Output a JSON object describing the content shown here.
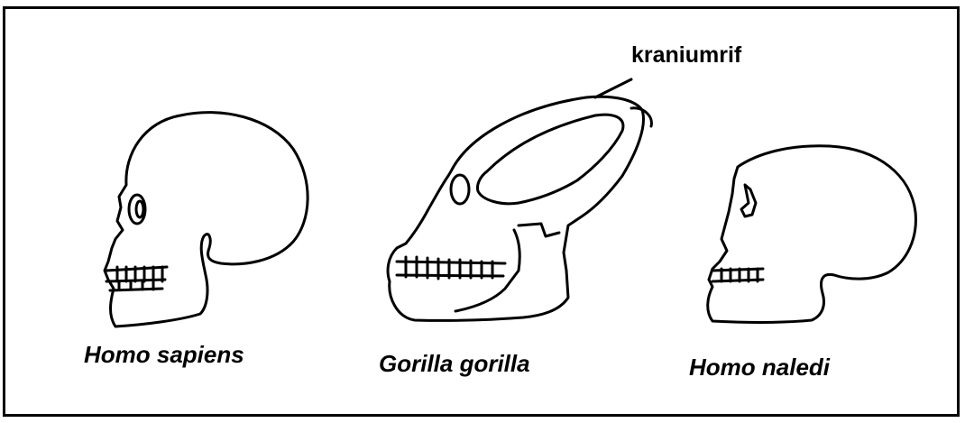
{
  "callout": {
    "text": "kraniumrif"
  },
  "skulls": [
    {
      "name": "Homo sapiens"
    },
    {
      "name": "Gorilla gorilla"
    },
    {
      "name": "Homo naledi"
    }
  ],
  "colors": {
    "line": "#000000",
    "background": "#ffffff"
  }
}
